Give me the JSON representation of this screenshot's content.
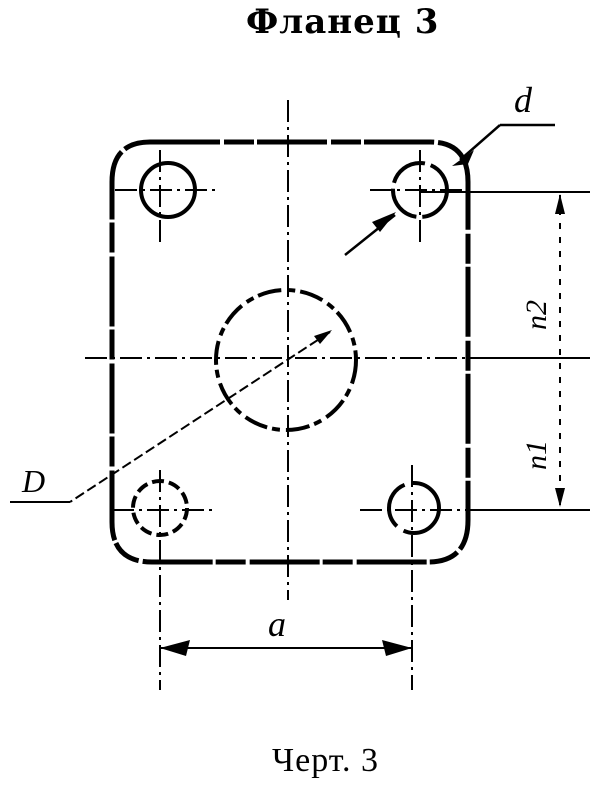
{
  "title": "Фланец 3",
  "caption": "Черт. 3",
  "labels": {
    "bolt_hole_diameter": "d",
    "center_hole_diameter": "D",
    "horizontal_spacing": "a",
    "upper_vertical_spacing": "n2",
    "lower_vertical_spacing": "n1"
  },
  "colors": {
    "ink": "#000000",
    "paper": "#ffffff"
  }
}
